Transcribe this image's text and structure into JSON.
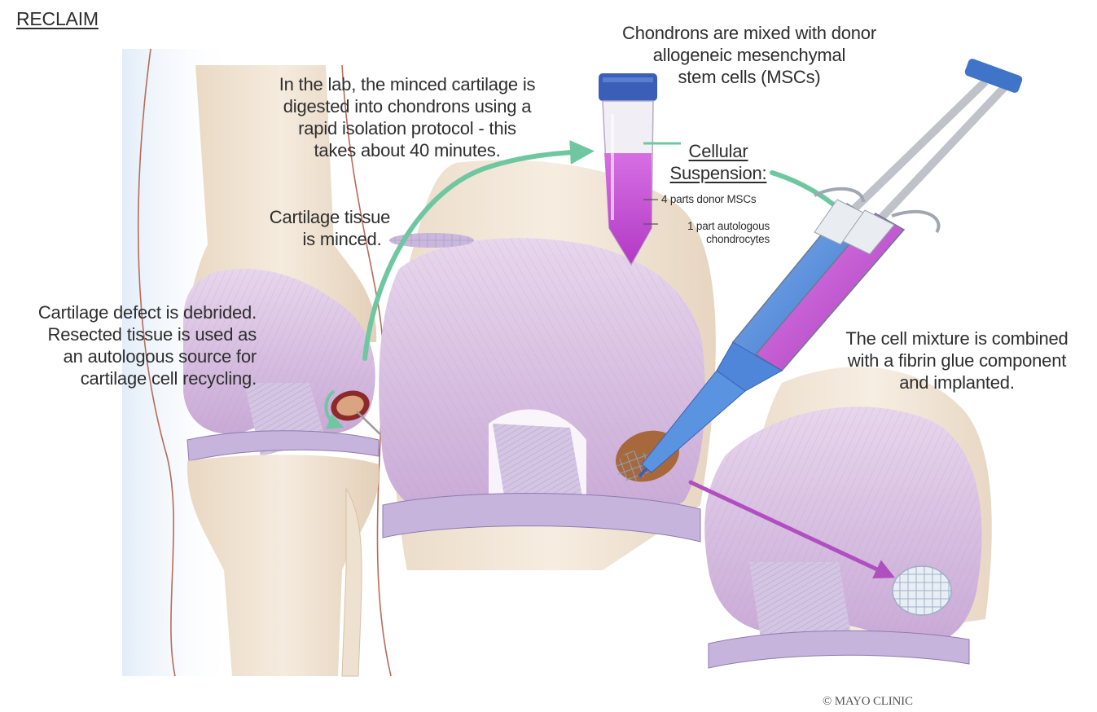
{
  "title": "RECLAIM",
  "labels": {
    "lab_line1": "In the lab, the minced cartilage is",
    "lab_line2": "digested into chondrons using a",
    "lab_line3": "rapid isolation protocol - this",
    "lab_line4": "takes about 40 minutes.",
    "chondrons_line1": "Chondrons are mixed with donor",
    "chondrons_line2": "allogeneic mesenchymal",
    "chondrons_line3": "stem cells (MSCs)",
    "minced_line1": "Cartilage tissue",
    "minced_line2": "is minced.",
    "suspension_line1": "Cellular",
    "suspension_line2": "Suspension:",
    "parts_msc": "4 parts donor MSCs",
    "parts_auto_line1": "1 part autologous",
    "parts_auto_line2": "chondrocytes",
    "debrided_line1": "Cartilage defect is debrided.",
    "debrided_line2": "Resected tissue is used as",
    "debrided_line3": "an autologous source for",
    "debrided_line4": "cartilage cell recycling.",
    "mixture_line1": "The cell mixture is combined",
    "mixture_line2": "with a fibrin glue component",
    "mixture_line3": "and implanted."
  },
  "copyright": "© MAYO CLINIC",
  "colors": {
    "cartilage": "#d7bfe0",
    "bone": "#efe1cf",
    "teal_arrow": "#6fc7a1",
    "magenta_arrow": "#b04fc0",
    "msc_blue": "#4f86d9",
    "chondrocyte_magenta": "#c04ccf",
    "tube_cap": "#3b5fb8"
  }
}
